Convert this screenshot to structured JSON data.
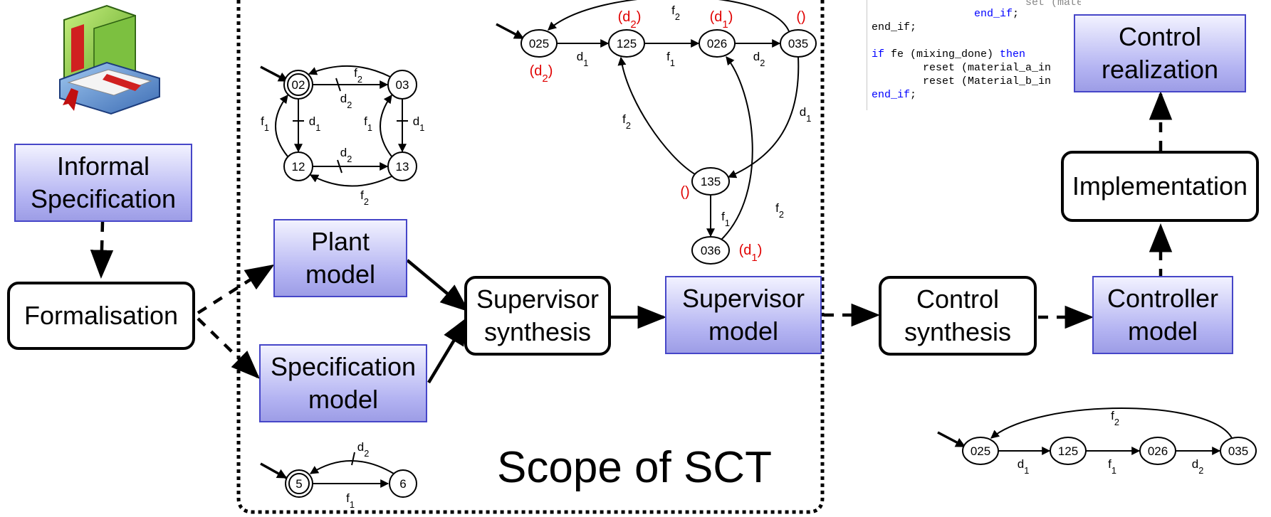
{
  "boxes": {
    "informal_spec": "Informal\nSpecification",
    "formalisation": "Formalisation",
    "plant_model": "Plant\nmodel",
    "spec_model": "Specification\nmodel",
    "supervisor_synthesis": "Supervisor\nsynthesis",
    "supervisor_model": "Supervisor\nmodel",
    "control_synthesis": "Control\nsynthesis",
    "controller_model": "Controller\nmodel",
    "implementation": "Implementation",
    "control_realization": "Control\nrealization"
  },
  "scope_label": "Scope of SCT",
  "code": {
    "line1_text": "end_if;",
    "line2_kw": "end_if",
    "line3_kw1": "if",
    "line3_text": " fe (mixing_done) ",
    "line3_kw2": "then",
    "line4": "        reset (material_a_in",
    "line5": "        reset (Material_b_in",
    "line6_kw": "end_if"
  },
  "colors": {
    "box_border_blue": "#4646c8",
    "box_fill_blue": "#b3b3f2",
    "red_label": "#e00000",
    "code_keyword": "#0000ff"
  },
  "automata": {
    "plant": {
      "states": [
        "02",
        "03",
        "12",
        "13"
      ],
      "labels": {
        "f2_top": "f2",
        "d2_top": "d2",
        "f1_left": "f1",
        "d1_left": "d1",
        "f1_right": "f1",
        "d1_right": "d1",
        "d2_bottom": "d2",
        "f2_bottom": "f2"
      }
    },
    "spec": {
      "states": [
        "5",
        "6"
      ],
      "labels": {
        "d2": "d2",
        "f1": "f1"
      }
    },
    "supervisor": {
      "states": [
        "025",
        "125",
        "026",
        "035",
        "135",
        "036"
      ],
      "labels": {
        "d1_a": "d1",
        "f1_a": "f1",
        "d2_a": "d2",
        "f2_top": "f2",
        "f2_left": "f2",
        "d1_right": "d1",
        "f1_b": "f1",
        "f2_b": "f2"
      },
      "red": {
        "r025": "(d2)",
        "r125": "(d2)",
        "r026": "(d1)",
        "r035": "()",
        "r135": "()",
        "r036": "(d1)"
      }
    },
    "controller": {
      "states": [
        "025",
        "125",
        "026",
        "035"
      ],
      "labels": {
        "d1": "d1",
        "f1": "f1",
        "d2": "d2",
        "f2": "f2"
      }
    }
  }
}
